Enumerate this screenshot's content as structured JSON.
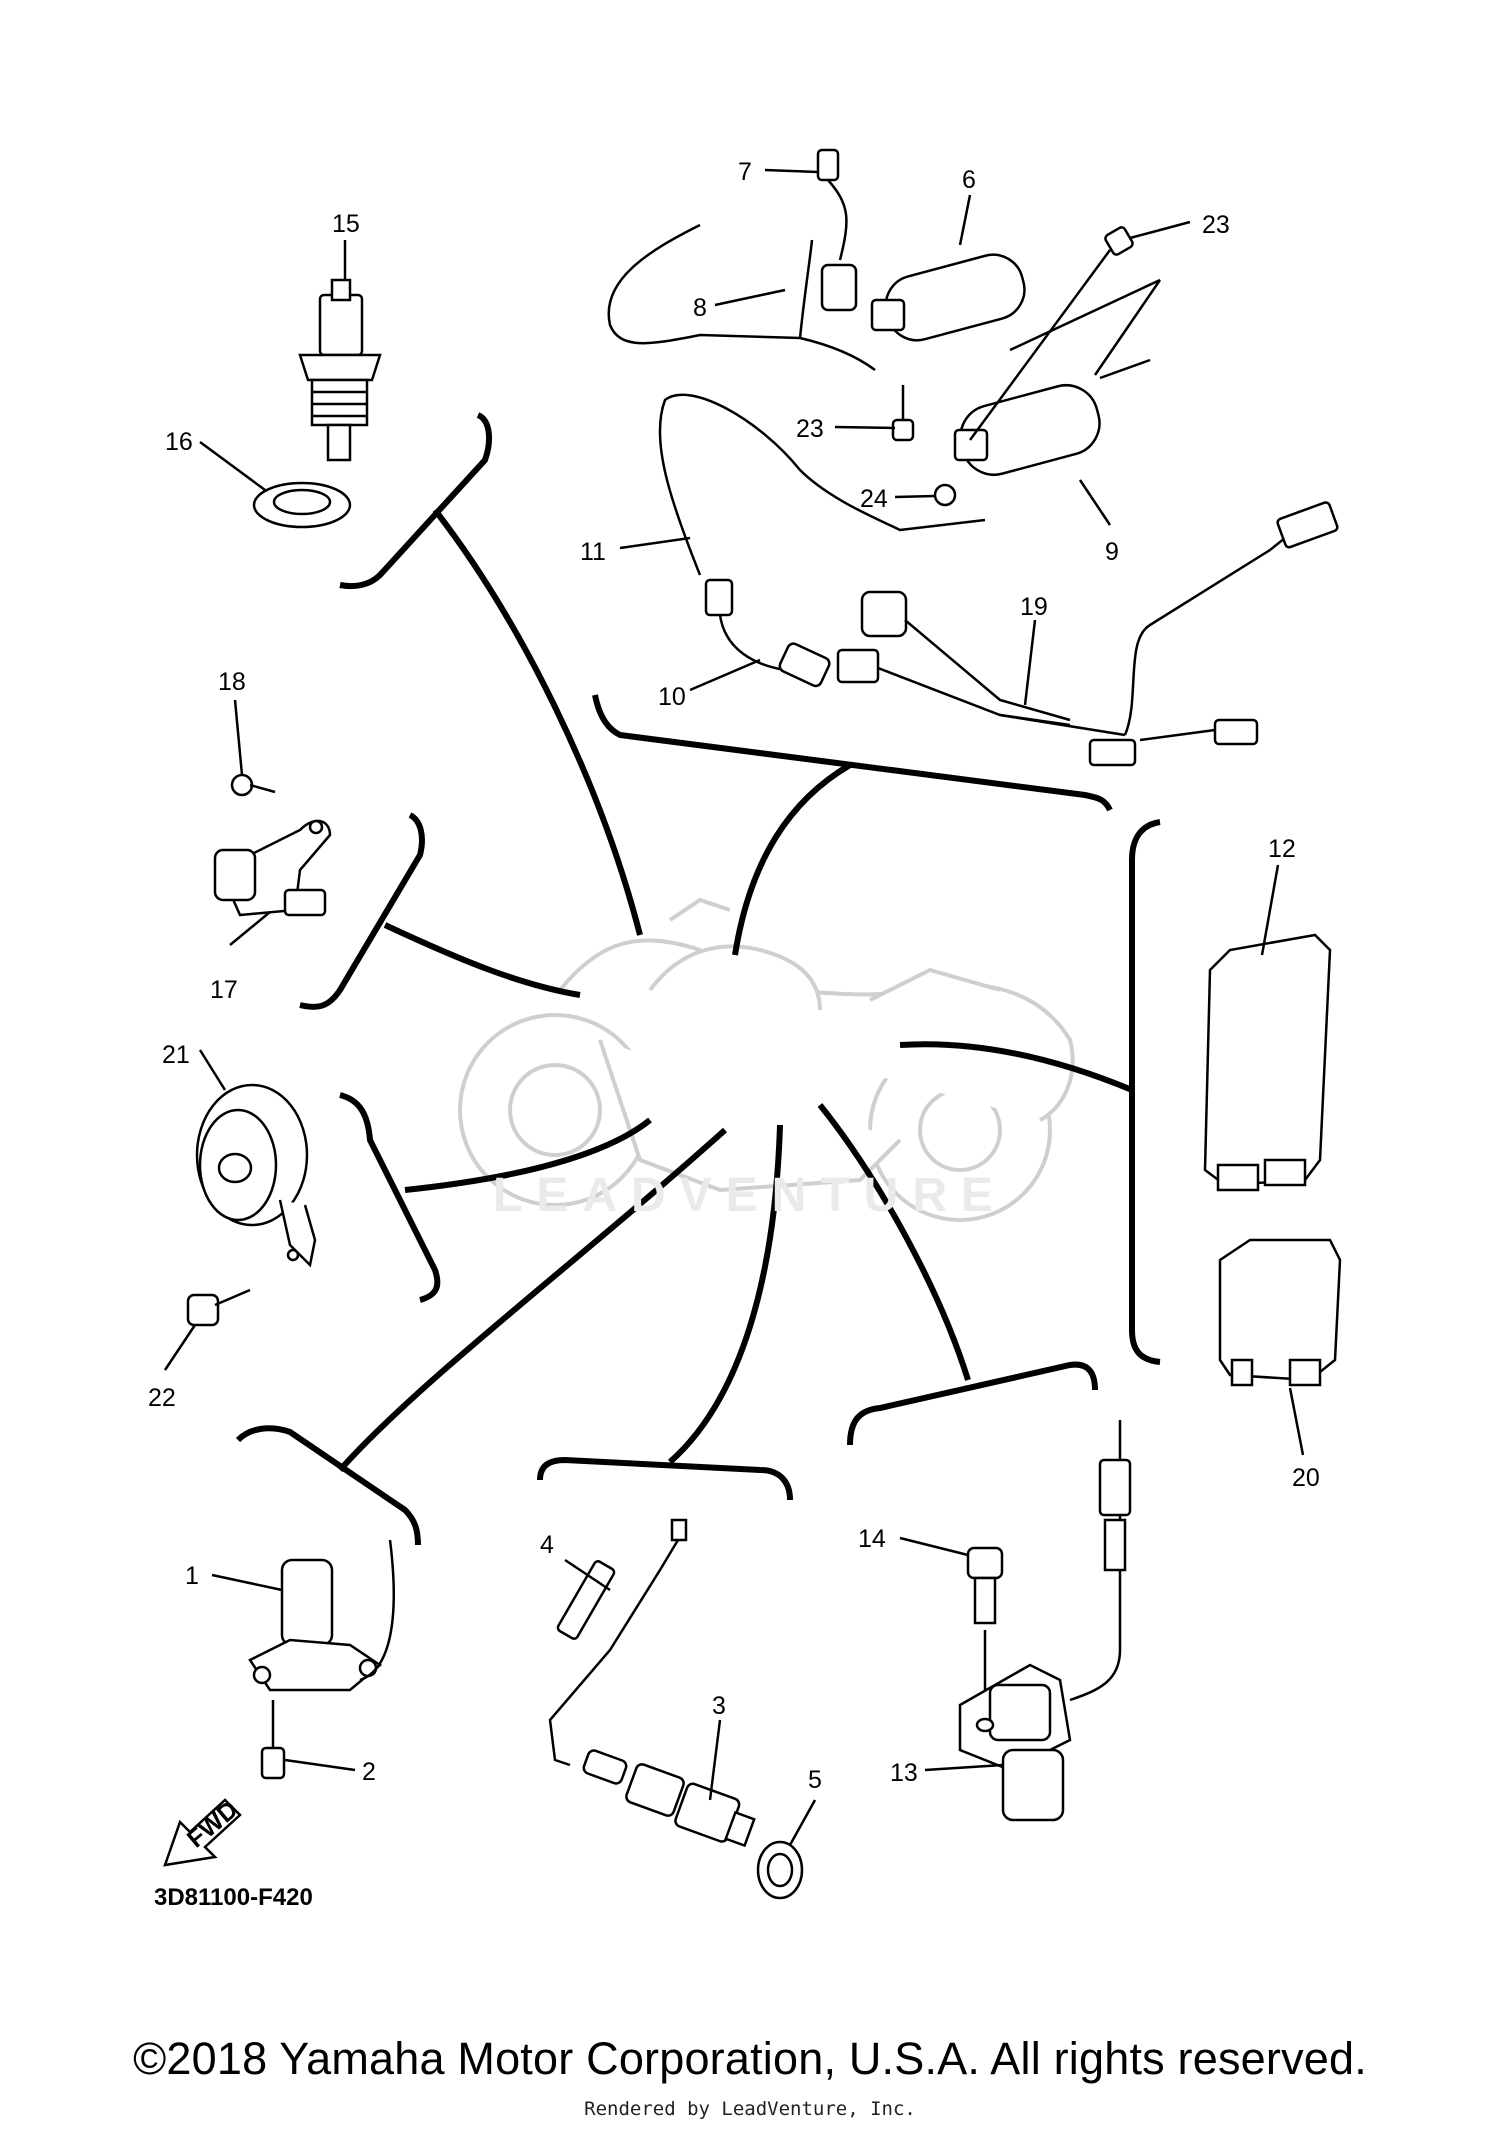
{
  "diagram": {
    "part_code": "3D81100-F420",
    "fwd_label": "FWD",
    "watermark": "LEADVENTURE",
    "callouts": [
      {
        "label": "1"
      },
      {
        "label": "2"
      },
      {
        "label": "3"
      },
      {
        "label": "4"
      },
      {
        "label": "5"
      },
      {
        "label": "6"
      },
      {
        "label": "7"
      },
      {
        "label": "8"
      },
      {
        "label": "9"
      },
      {
        "label": "10"
      },
      {
        "label": "11"
      },
      {
        "label": "12"
      },
      {
        "label": "13"
      },
      {
        "label": "14"
      },
      {
        "label": "15"
      },
      {
        "label": "16"
      },
      {
        "label": "17"
      },
      {
        "label": "18"
      },
      {
        "label": "19"
      },
      {
        "label": "20"
      },
      {
        "label": "21"
      },
      {
        "label": "22"
      },
      {
        "label": "23"
      },
      {
        "label": "23"
      },
      {
        "label": "24"
      }
    ]
  },
  "footer": {
    "copyright": "©2018 Yamaha Motor Corporation, U.S.A. All rights reserved.",
    "rendered_by": "Rendered by LeadVenture, Inc."
  }
}
